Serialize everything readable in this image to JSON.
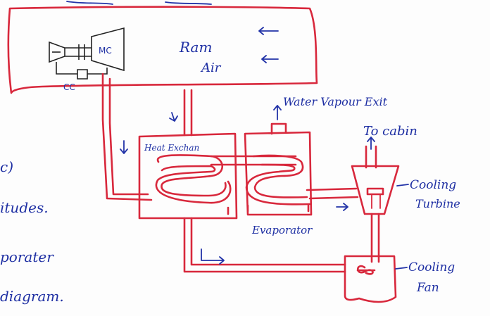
{
  "labels": {
    "ram_air_1": "Ram",
    "ram_air_2": "Air",
    "mc": "MC",
    "cc": "CC",
    "heat_exchanger": "Heat Exchan",
    "water_vapour_exit": "Water Vapour Exit",
    "to_cabin": "To cabin",
    "evaporator": "Evaporator",
    "cooling_turbine_1": "Cooling",
    "cooling_turbine_2": "Turbine",
    "cooling_fan_1": "Cooling",
    "cooling_fan_2": "Fan"
  },
  "margin_fragments": {
    "f1": "c)",
    "f2": "itudes.",
    "f3": "porater",
    "f4": "diagram."
  },
  "colors": {
    "pipe": "#d8283c",
    "ink": "#1e2fa3",
    "component": "#222222"
  }
}
